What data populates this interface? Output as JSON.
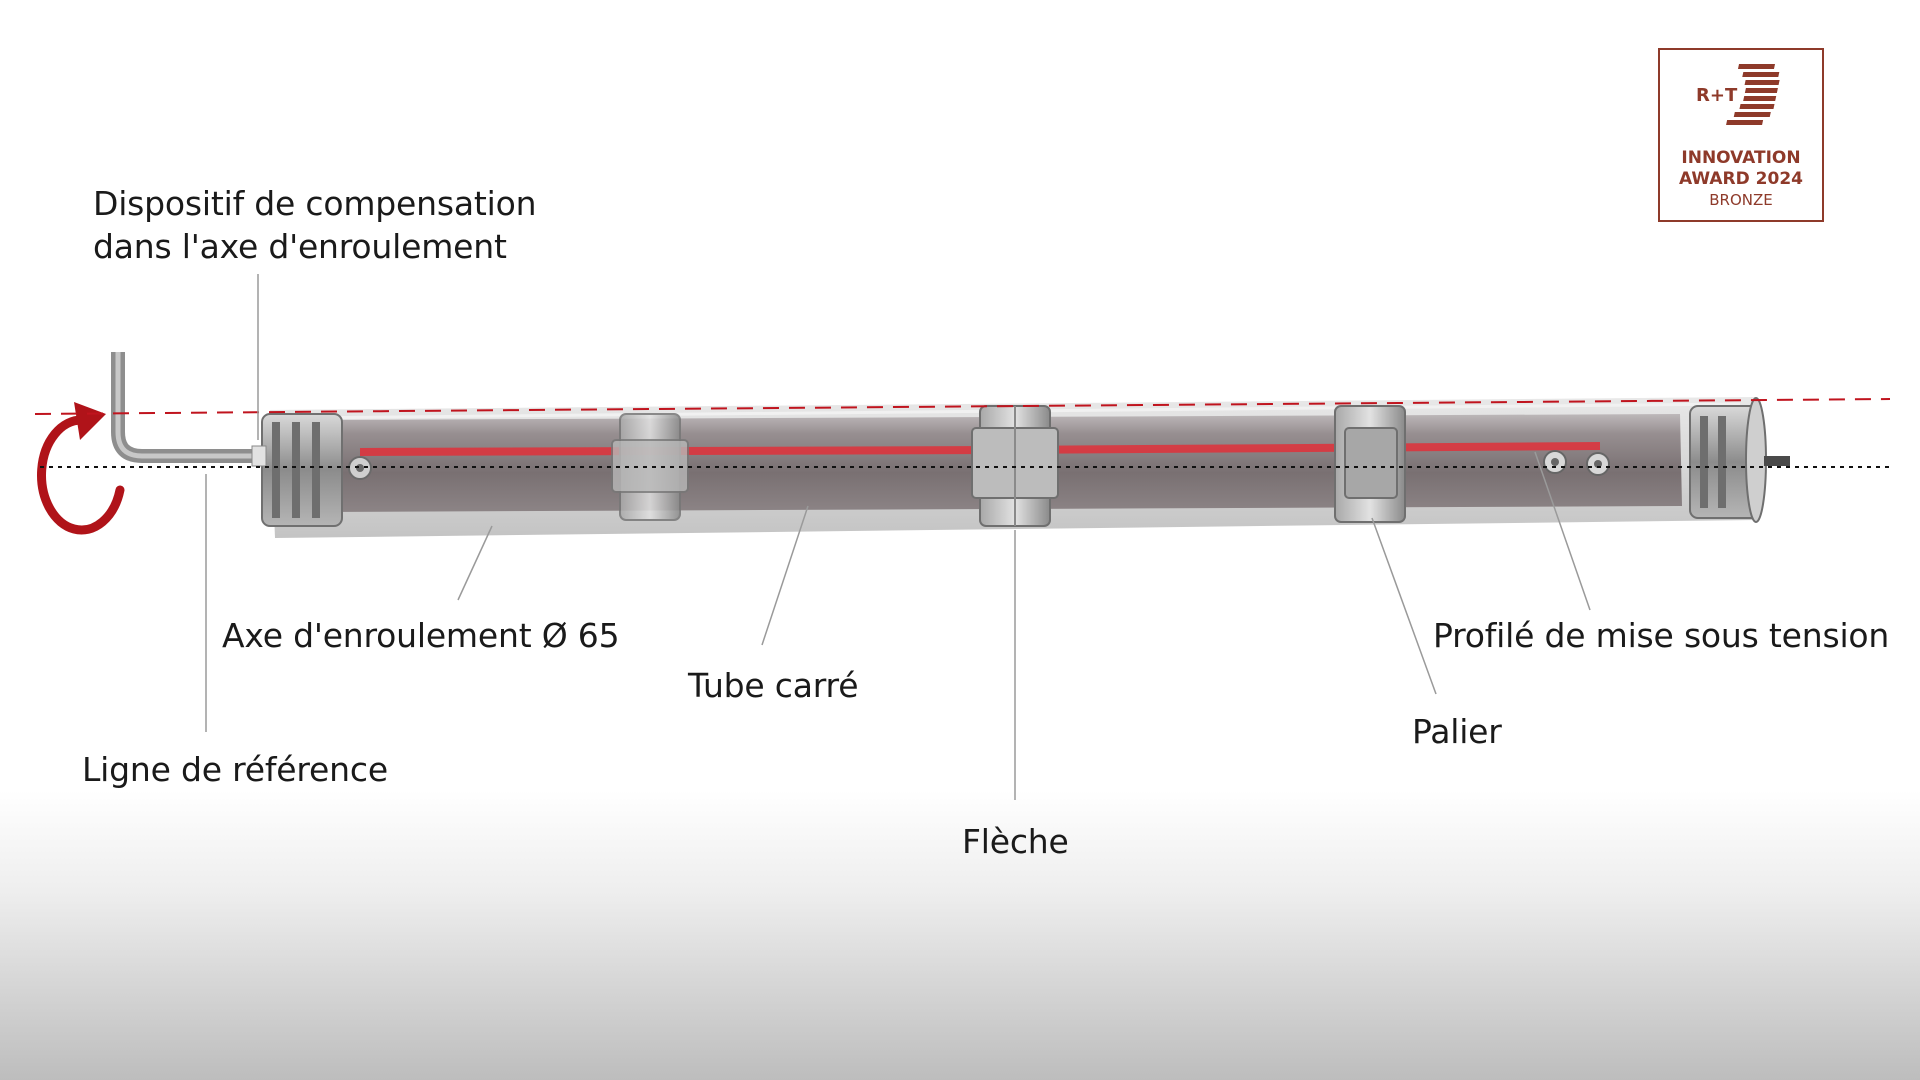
{
  "labels": {
    "compensation_line1": "Dispositif de compensation",
    "compensation_line2": "dans l'axe d'enroulement",
    "axe": "Axe d'enroulement  Ø 65",
    "tube": "Tube carré",
    "ligne": "Ligne de référence",
    "fleche": "Flèche",
    "palier": "Palier",
    "profile": "Profilé de mise sous tension"
  },
  "badge": {
    "brand": "R+T",
    "line1": "INNOVATION",
    "line2": "AWARD 2024",
    "line3": "BRONZE"
  },
  "colors": {
    "accent_red": "#c0141e",
    "badge_brown": "#8e3a2a",
    "leader_gray": "#9a9a9a"
  }
}
